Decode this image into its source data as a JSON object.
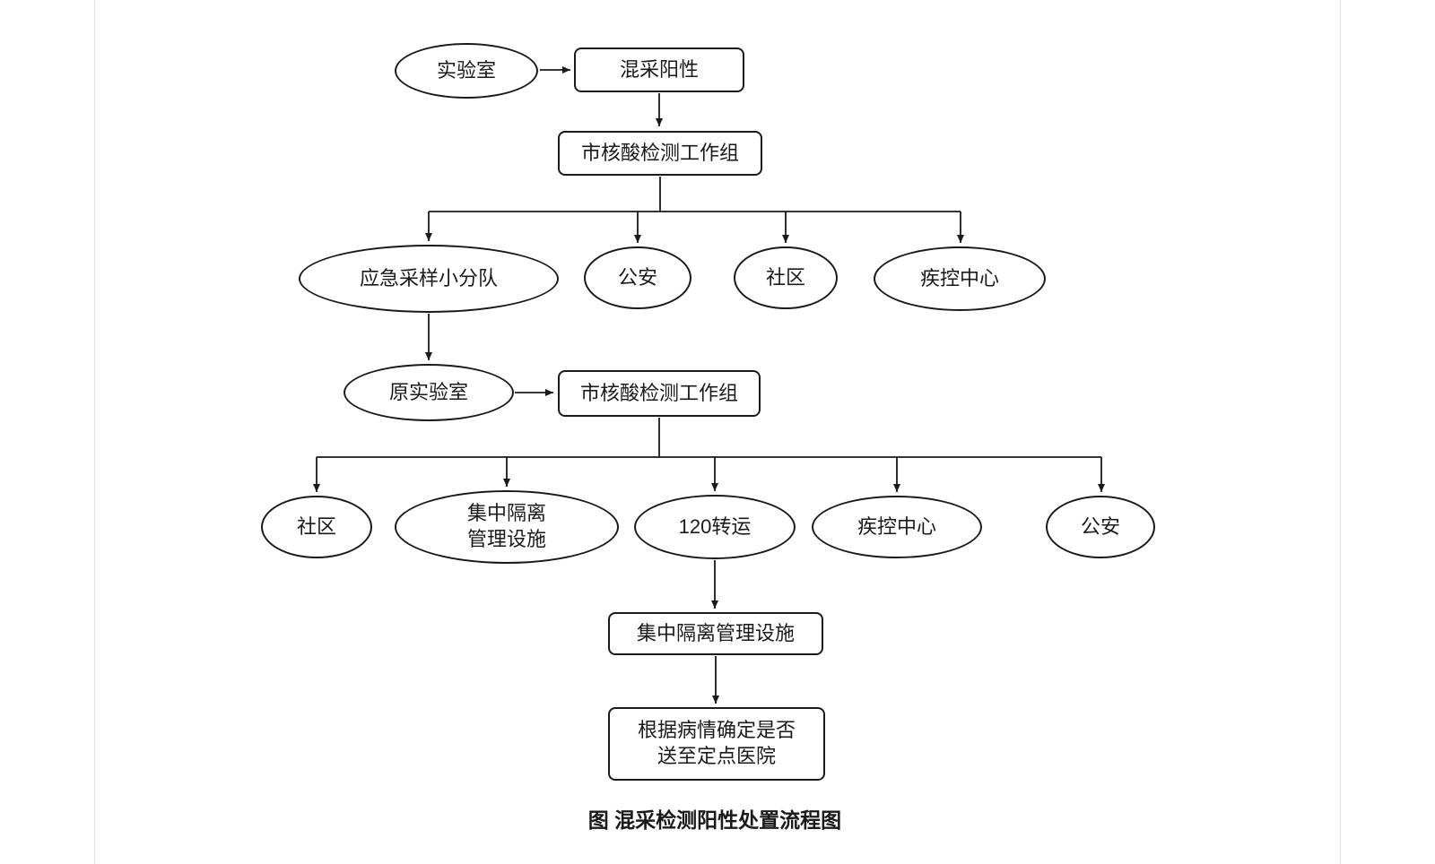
{
  "page": {
    "caption": "图 混采检测阳性处置流程图"
  },
  "nodes": {
    "lab": "实验室",
    "mixed_positive": "混采阳性",
    "city_group_1": "市核酸检测工作组",
    "emergency_team": "应急采样小分队",
    "police_1": "公安",
    "community_1": "社区",
    "cdc_1": "疾控中心",
    "original_lab": "原实验室",
    "city_group_2": "市核酸检测工作组",
    "community_2": "社区",
    "isolation_facility_ellipse": "集中隔离\n管理设施",
    "transfer_120": "120转运",
    "cdc_2": "疾控中心",
    "police_2": "公安",
    "isolation_facility_rect": "集中隔离管理设施",
    "hospital_decision": "根据病情确定是否\n送至定点医院"
  },
  "colors": {
    "stroke": "#1a1a1a",
    "page_edge": "#e2e2e2"
  }
}
